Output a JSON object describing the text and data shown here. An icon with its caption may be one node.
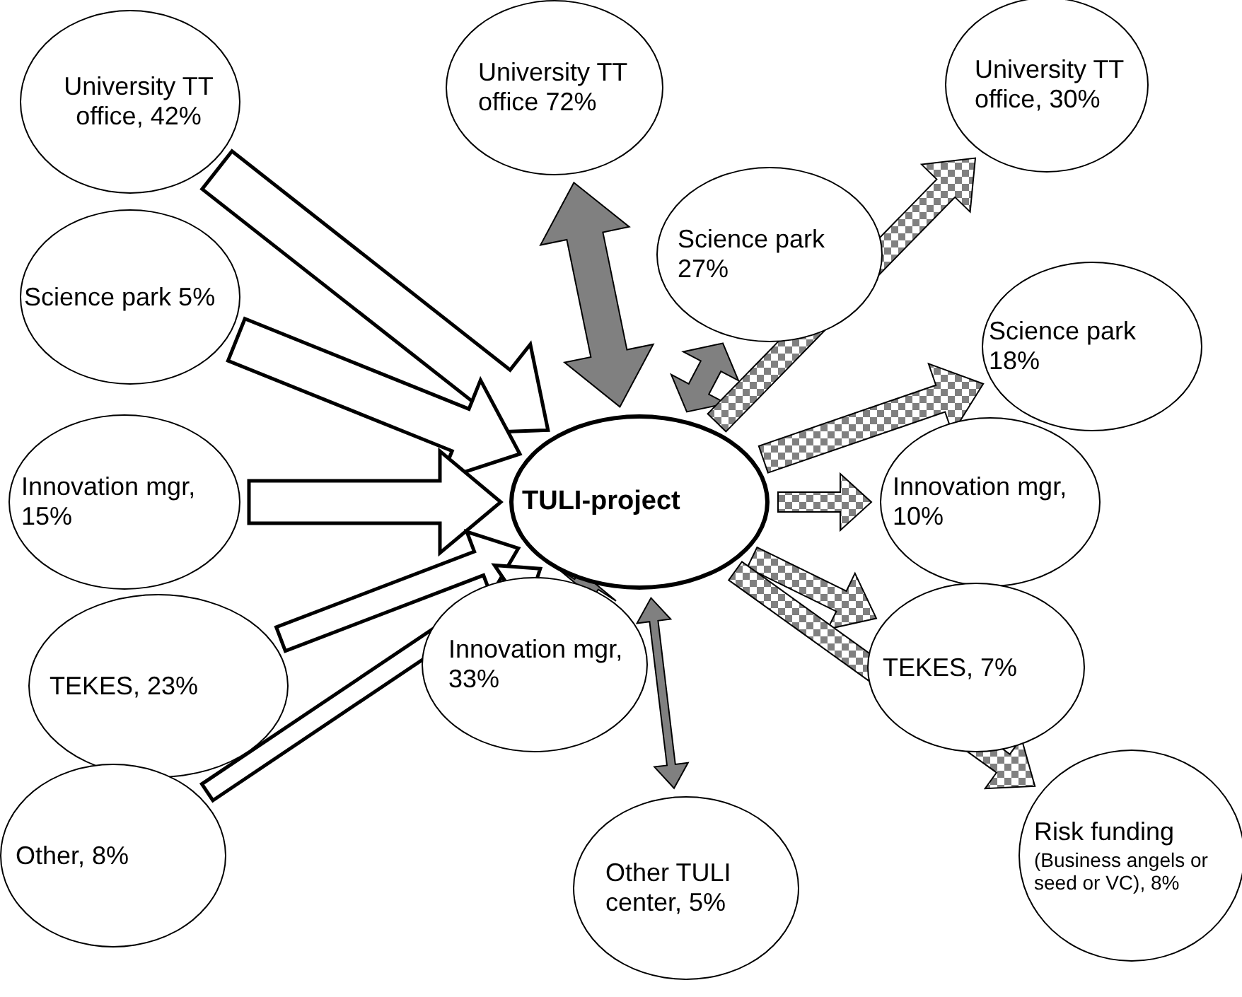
{
  "diagram": {
    "nodes": [
      {
        "text": [
          "University TT office, 42%"
        ]
      },
      {
        "text": [
          "University TT office 72%"
        ]
      },
      {
        "text": [
          "University TT office, 30%"
        ]
      },
      {
        "text": [
          "Science park 27%"
        ]
      },
      {
        "text": [
          "Science park 5%"
        ]
      },
      {
        "text": [
          "Science park 18%"
        ]
      },
      {
        "text": [
          "TULI-project"
        ]
      },
      {
        "text": [
          "Innovation mgr, 15%"
        ]
      },
      {
        "text": [
          "Innovation mgr, 10%"
        ]
      },
      {
        "text": [
          "TEKES, 23%"
        ]
      },
      {
        "text": [
          "Innovation mgr, 33%"
        ]
      },
      {
        "text": [
          "TEKES, 7%"
        ]
      },
      {
        "text": [
          "Other, 8%"
        ]
      },
      {
        "text": [
          "Other TULI center, 5%"
        ]
      },
      {
        "text": [
          "Risk funding",
          "(Business angels or seed or VC), 8%"
        ]
      }
    ],
    "edges": [
      {
        "from": 0,
        "to": 6,
        "arrow": "to"
      },
      {
        "from": 4,
        "to": 6,
        "arrow": "to"
      },
      {
        "from": 7,
        "to": 6,
        "arrow": "to"
      },
      {
        "from": 9,
        "to": 6,
        "arrow": "to"
      },
      {
        "from": 12,
        "to": 6,
        "arrow": "to"
      },
      {
        "from": 1,
        "to": 6,
        "arrow": "both",
        "color": "#808080"
      },
      {
        "from": 3,
        "to": 6,
        "arrow": "both",
        "color": "#808080"
      },
      {
        "from": 10,
        "to": 6,
        "arrow": "both",
        "color": "#808080"
      },
      {
        "from": 13,
        "to": 6,
        "arrow": "both",
        "color": "#808080"
      },
      {
        "from": 6,
        "to": 2,
        "arrow": "to",
        "style": "dashed",
        "color": "#808080"
      },
      {
        "from": 6,
        "to": 5,
        "arrow": "to",
        "style": "dashed",
        "color": "#808080"
      },
      {
        "from": 6,
        "to": 8,
        "arrow": "to",
        "style": "dashed",
        "color": "#808080"
      },
      {
        "from": 6,
        "to": 11,
        "arrow": "to",
        "style": "dashed",
        "color": "#808080"
      },
      {
        "from": 6,
        "to": 14,
        "arrow": "to",
        "style": "dashed",
        "color": "#808080"
      }
    ]
  }
}
